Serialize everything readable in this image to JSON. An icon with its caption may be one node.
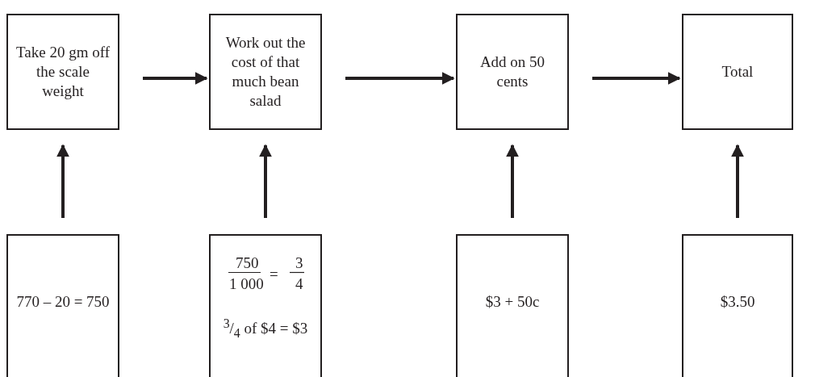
{
  "diagram": {
    "nodes": [
      {
        "text": [
          "Take 20 gm off the scale weight"
        ]
      },
      {
        "text": [
          "Work out the cost of that much bean salad"
        ]
      },
      {
        "text": [
          "Add on 50 cents"
        ]
      },
      {
        "text": [
          "Total"
        ]
      },
      {
        "text": [
          "770 – 20 = 750"
        ]
      },
      {
        "text": [
          "750",
          "1 000",
          "=",
          "3",
          "4",
          "$^{3}$/$_{4}$ of $4 = $3"
        ]
      },
      {
        "text": [
          "$3 + 50c"
        ]
      },
      {
        "text": [
          "$3.50"
        ]
      }
    ],
    "edges": [
      {
        "from": 0,
        "to": 1,
        "arrow": "to"
      },
      {
        "from": 1,
        "to": 2,
        "arrow": "to"
      },
      {
        "from": 2,
        "to": 3,
        "arrow": "to"
      },
      {
        "from": 4,
        "to": 0,
        "arrow": "to"
      },
      {
        "from": 5,
        "to": 1,
        "arrow": "to"
      },
      {
        "from": 6,
        "to": 2,
        "arrow": "to"
      },
      {
        "from": 7,
        "to": 3,
        "arrow": "to"
      }
    ]
  }
}
